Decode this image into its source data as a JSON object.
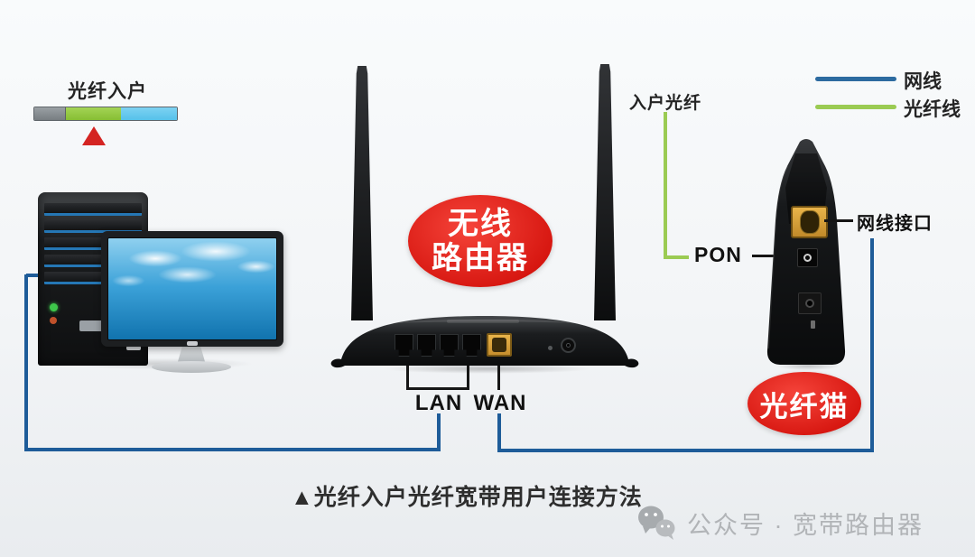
{
  "fiber_entry": {
    "label": "光纤入户"
  },
  "legend": {
    "network_cable_label": "网线",
    "fiber_cable_label": "光纤线"
  },
  "incoming_fiber": {
    "label": "入户光纤",
    "pon_label": "PON"
  },
  "router": {
    "badge_line1": "无线",
    "badge_line2": "路由器",
    "lan_label": "LAN",
    "wan_label": "WAN"
  },
  "modem": {
    "port_label": "网线接口",
    "badge_label": "光纤猫"
  },
  "caption": "▲光纤入户光纤宽带用户连接方法",
  "watermark": {
    "text": "公众号 · 宽带路由器"
  },
  "colors": {
    "cable_blue": "#1e5c99",
    "fiber_green": "#9bcb53",
    "badge_red": "#d5140e",
    "wan_port_orange": "#d89a2e",
    "indicator_gray": "#83898d",
    "indicator_green": "#8cc63e",
    "indicator_cyan": "#62c8ee",
    "marker_red": "#d42422"
  }
}
